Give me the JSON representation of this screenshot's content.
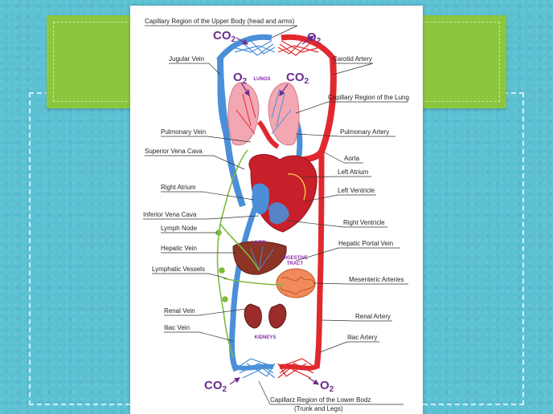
{
  "labels": {
    "top_title": "Capillary Region of the Upper Body (head and arms)",
    "jugular_vein": "Jugular Vein",
    "carotid_artery": "Carotid Artery",
    "capillary_lung": "Capillary Region of the Lung",
    "pulmonary_vein": "Pulmonary Vein",
    "pulmonary_artery": "Pulmonary Artery",
    "superior_vena_cava": "Superior Vena Cava",
    "aorta": "Aorta",
    "left_atrium": "Left Atrium",
    "right_atrium": "Right Atrium",
    "left_ventricle": "Left Ventricle",
    "inferior_vena_cava": "Inferior Vena Cava",
    "right_ventricle": "Right Ventricle",
    "lymph_node": "Lymph Node",
    "hepatic_vein": "Hepatic Vein",
    "hepatic_portal_vein": "Hepatic Portal Vein",
    "lymphatic_vessels": "Lymphatic Vessels",
    "mesenteric_arteries": "Mesenteric Arteries",
    "renal_vein": "Renal Vein",
    "renal_artery": "Renal Artery",
    "iliac_vein": "Iliac Vein",
    "iliac_artery": "Iliac Artery",
    "bottom_title_1": "Capillarz Region of the Lower Bodz",
    "bottom_title_2": "(Trunk and Legs)"
  },
  "organs": {
    "lungs": "LUNGS",
    "liver": "LIVER",
    "digestive_1": "DIGESTIVE",
    "digestive_2": "TRACT",
    "kidneys": "KIDNEYS"
  },
  "gases": {
    "co2_top": "CO",
    "o2_top": "O",
    "o2_lung": "O",
    "co2_lung": "CO",
    "co2_bottom": "CO",
    "o2_bottom": "O",
    "sub2": "2"
  },
  "colors": {
    "background": "#5cc0d3",
    "band": "#8cc63e",
    "artery": "#e0282e",
    "vein": "#4a8fd8",
    "lymph": "#7dbb3c",
    "gas": "#6b2d8f"
  }
}
